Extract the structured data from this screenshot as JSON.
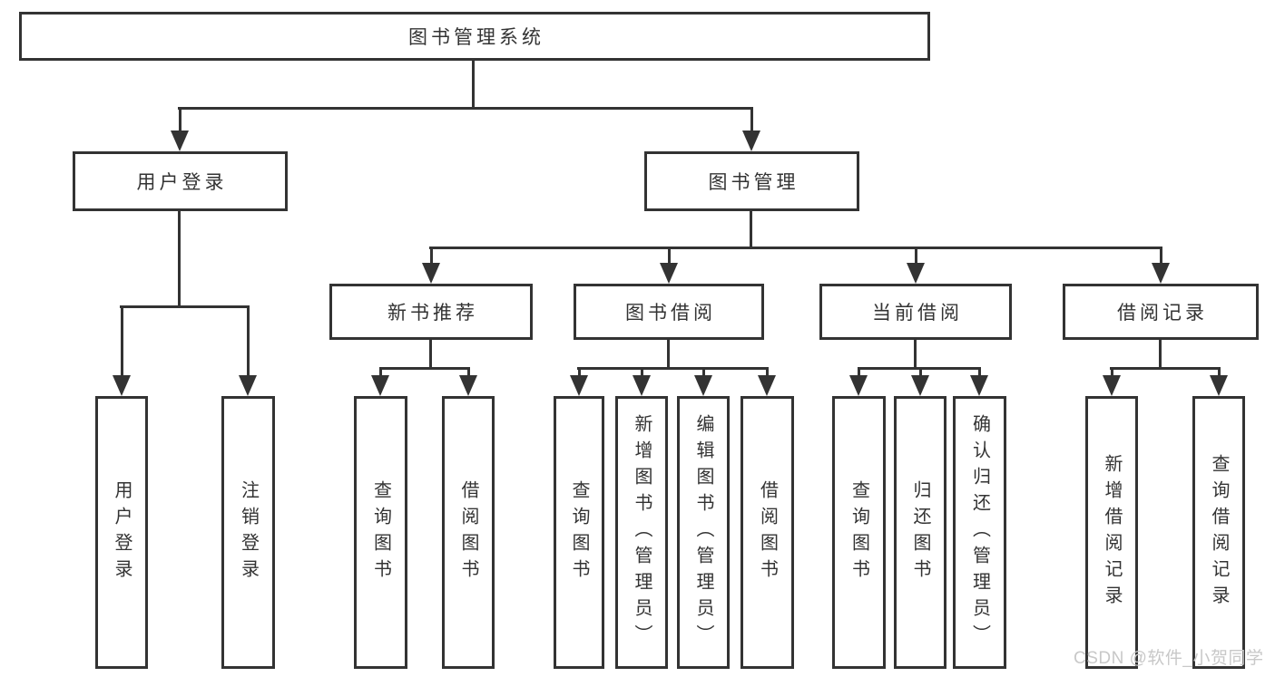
{
  "nodes": {
    "root": "图书管理系统",
    "user_login": "用户登录",
    "book_management": "图书管理",
    "new_book_recommend": "新书推荐",
    "book_borrow": "图书借阅",
    "current_borrow": "当前借阅",
    "borrow_records": "借阅记录",
    "leaf_user_login": "用户登录",
    "leaf_logout": "注销登录",
    "leaf_query_books_recommend": "查询图书",
    "leaf_borrow_books_recommend": "借阅图书",
    "leaf_query_books_borrow": "查询图书",
    "leaf_add_book_admin": "新增图书（管理员）",
    "leaf_edit_book_admin": "编辑图书（管理员）",
    "leaf_borrow_books_borrow": "借阅图书",
    "leaf_query_books_current": "查询图书",
    "leaf_return_book": "归还图书",
    "leaf_confirm_return_admin": "确认归还（管理员）",
    "leaf_add_borrow_record": "新增借阅记录",
    "leaf_query_borrow_record": "查询借阅记录"
  },
  "watermark": "CSDN @软件_小贺同学",
  "colors": {
    "line": "#333333",
    "text": "#333333",
    "watermark": "#c8c8c8",
    "background": "#ffffff"
  }
}
